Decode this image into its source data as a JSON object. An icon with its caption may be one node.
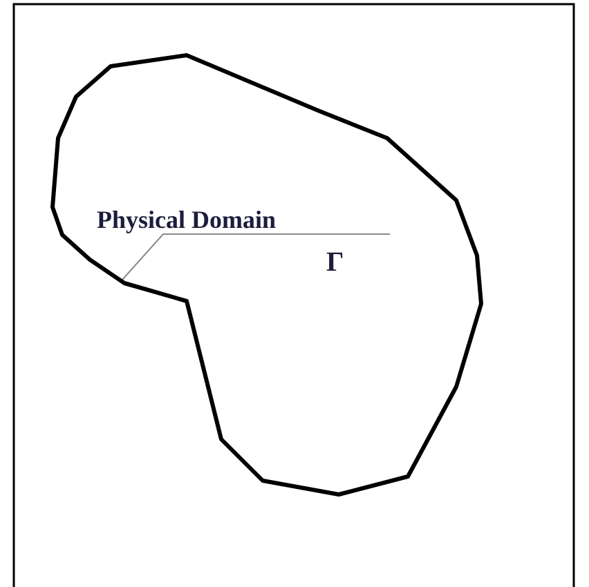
{
  "diagram": {
    "nodes": [
      {
        "text": [
          "Physical Domain"
        ],
        "in": 1
      },
      {
        "text": [],
        "shape": "polygon"
      }
    ],
    "edges": [
      {
        "from": 0,
        "to": 1,
        "arrow": "none"
      }
    ],
    "labels": [
      "Γ"
    ]
  }
}
